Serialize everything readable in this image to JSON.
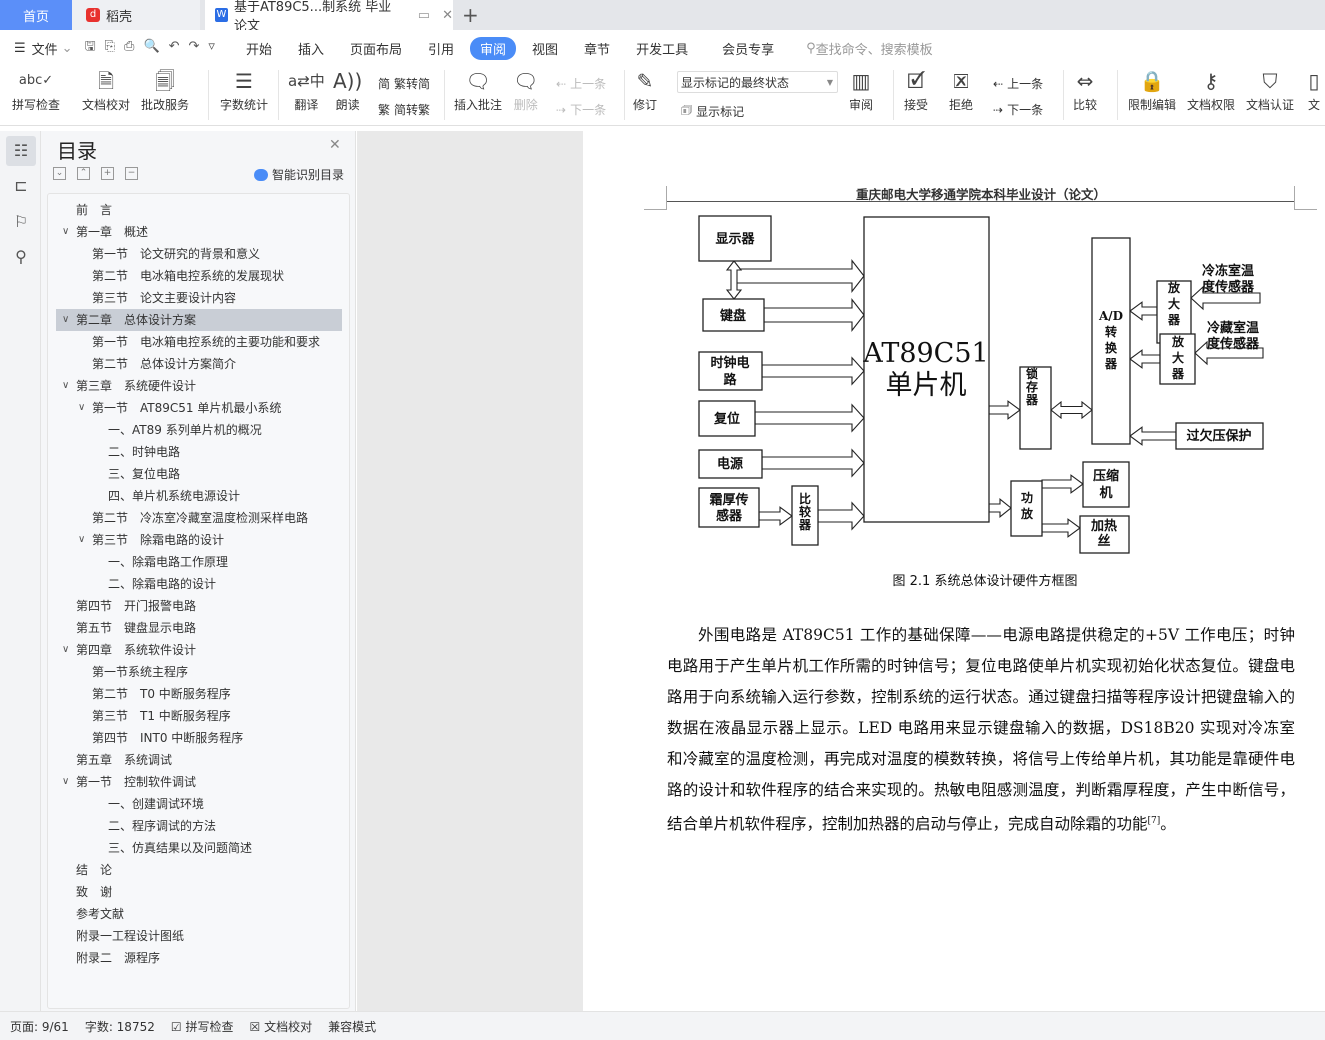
{
  "tabs": {
    "home": "首页",
    "daoke": "稻壳",
    "doc": "基于AT89C5...制系统 毕业论文",
    "new_tab": "+"
  },
  "menu": {
    "file": "文件",
    "items": [
      "开始",
      "插入",
      "页面布局",
      "引用",
      "审阅",
      "视图",
      "章节",
      "开发工具",
      "会员专享"
    ],
    "active": "审阅",
    "search_placeholder": "查找命令、搜索模板"
  },
  "ribbon": {
    "spell": "拼写检查",
    "proof": "文档校对",
    "correct": "批改服务",
    "wordcount": "字数统计",
    "translate": "翻译",
    "read": "朗读",
    "t2s": "繁转简",
    "s2t": "简转繁",
    "insert_comment": "插入批注",
    "delete": "删除",
    "prev_c": "上一条",
    "next_c": "下一条",
    "revise": "修订",
    "markup_select": "显示标记的最终状态",
    "show_markup": "显示标记",
    "review": "审阅",
    "accept": "接受",
    "reject": "拒绝",
    "prev": "上一条",
    "next": "下一条",
    "compare": "比较",
    "restrict": "限制编辑",
    "perm": "文档权限",
    "cert": "文档认证",
    "more": "文"
  },
  "sidebar": {
    "title": "目录",
    "smart": "智能识别目录",
    "items": [
      {
        "l": 0,
        "t": "前　言"
      },
      {
        "l": 0,
        "c": 1,
        "t": "第一章　概述"
      },
      {
        "l": 1,
        "t": "第一节　论文研究的背景和意义"
      },
      {
        "l": 1,
        "t": "第二节　电冰箱电控系统的发展现状"
      },
      {
        "l": 1,
        "t": "第三节　论文主要设计内容"
      },
      {
        "l": 0,
        "c": 1,
        "s": 1,
        "t": "第二章　总体设计方案"
      },
      {
        "l": 1,
        "t": "第一节　电冰箱电控系统的主要功能和要求"
      },
      {
        "l": 1,
        "t": "第二节　总体设计方案简介"
      },
      {
        "l": 0,
        "c": 1,
        "t": "第三章　系统硬件设计"
      },
      {
        "l": 1,
        "c": 1,
        "t": "第一节　AT89C51 单片机最小系统"
      },
      {
        "l": 2,
        "t": "一、AT89 系列单片机的概况"
      },
      {
        "l": 2,
        "t": "二、时钟电路"
      },
      {
        "l": 2,
        "t": "三、复位电路"
      },
      {
        "l": 2,
        "t": "四、单片机系统电源设计"
      },
      {
        "l": 1,
        "t": "第二节　冷冻室冷藏室温度检测采样电路"
      },
      {
        "l": 1,
        "c": 1,
        "t": "第三节　除霜电路的设计"
      },
      {
        "l": 2,
        "t": "一、除霜电路工作原理"
      },
      {
        "l": 2,
        "t": "二、除霜电路的设计"
      },
      {
        "l": 0,
        "t": "第四节　开门报警电路"
      },
      {
        "l": 0,
        "t": "第五节　键盘显示电路"
      },
      {
        "l": 0,
        "c": 1,
        "t": "第四章　系统软件设计"
      },
      {
        "l": 1,
        "t": "第一节系统主程序"
      },
      {
        "l": 1,
        "t": "第二节　T0 中断服务程序"
      },
      {
        "l": 1,
        "t": "第三节　T1 中断服务程序"
      },
      {
        "l": 1,
        "t": "第四节　INT0 中断服务程序"
      },
      {
        "l": 0,
        "t": "第五章　系统调试"
      },
      {
        "l": 0,
        "c": 1,
        "t": "第一节　控制软件调试"
      },
      {
        "l": 2,
        "t": "一、创建调试环境"
      },
      {
        "l": 2,
        "t": "二、程序调试的方法"
      },
      {
        "l": 2,
        "t": "三、仿真结果以及问题简述"
      },
      {
        "l": 0,
        "t": "结　论"
      },
      {
        "l": 0,
        "t": "致　谢"
      },
      {
        "l": 0,
        "t": "参考文献"
      },
      {
        "l": 0,
        "t": "附录一工程设计图纸"
      },
      {
        "l": 0,
        "t": "附录二　源程序"
      }
    ]
  },
  "doc": {
    "header": "重庆邮电大学移通学院本科毕业设计（论文）",
    "diagram": {
      "display": "显示器",
      "keyboard": "键盘",
      "clock1": "时钟电",
      "clock2": "路",
      "reset": "复位",
      "power": "电源",
      "frost1": "霜厚传",
      "frost2": "感器",
      "cmp": [
        "比",
        "较",
        "器"
      ],
      "mcu1": "AT89C51",
      "mcu2": "单片机",
      "latch": [
        "锁",
        "存",
        "器"
      ],
      "ad": [
        "A/D",
        "转",
        "换",
        "器"
      ],
      "amp": [
        "放",
        "大",
        "器"
      ],
      "freeze1": "冷冻室温",
      "freeze2": "度传感器",
      "cold1": "冷藏室温",
      "cold2": "度传感器",
      "protect": "过欠压保护",
      "pa": [
        "功",
        "放"
      ],
      "comp1": "压缩",
      "comp2": "机",
      "heat1": "加热",
      "heat2": "丝"
    },
    "caption": "图 2.1  系统总体设计硬件方框图",
    "paragraph": "外围电路是 AT89C51 工作的基础保障——电源电路提供稳定的+5V 工作电压；时钟电路用于产生单片机工作所需的时钟信号；复位电路使单片机实现初始化状态复位。键盘电路用于向系统输入运行参数，控制系统的运行状态。通过键盘扫描等程序设计把键盘输入的数据在液晶显示器上显示。LED 电路用来显示键盘输入的数据，DS18B20 实现对冷冻室和冷藏室的温度检测，再完成对温度的模数转换，将信号上传给单片机，其功能是靠硬件电路的设计和软件程序的结合来实现的。热敏电阻感测温度，判断霜厚程度，产生中断信号，结合单片机软件程序，控制加热器的启动与停止，完成自动除霜的功能",
    "ref": "[7]",
    "end": "。"
  },
  "status": {
    "page": "页面: 9/61",
    "words": "字数: 18752",
    "spell": "拼写检查",
    "proof": "文档校对",
    "compat": "兼容模式"
  }
}
